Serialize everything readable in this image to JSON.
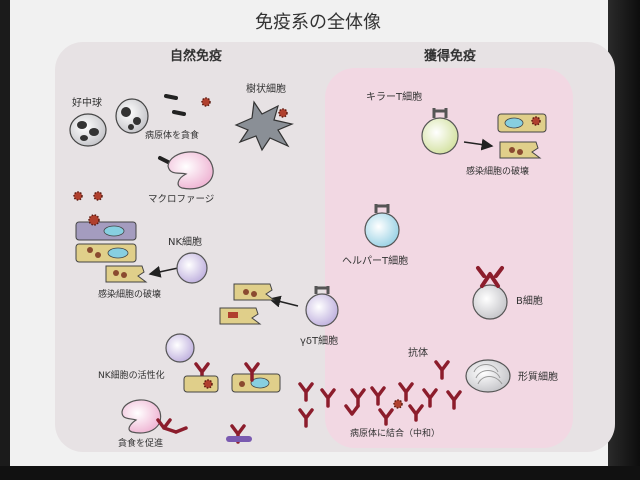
{
  "title": "免疫系の全体像",
  "innate": {
    "heading": "自然免疫",
    "neutrophil": "好中球",
    "phagocytosis": "病原体を貪食",
    "macrophage": "マクロファージ",
    "dendritic": "樹状細胞",
    "nk_cell": "NK細胞",
    "infected_destroy": "感染細胞の破壊",
    "nk_activation": "NK細胞の活性化",
    "promote_phagocytosis": "貪食を促進",
    "gamma_delta": "γδT細胞"
  },
  "adaptive": {
    "heading": "獲得免疫",
    "killer_t": "キラーT細胞",
    "infected_destroy": "感染細胞の破壊",
    "helper_t": "ヘルパーT細胞",
    "b_cell": "B細胞",
    "antibody": "抗体",
    "plasma_cell": "形質細胞",
    "neutralize": "病原体に結合（中和）"
  },
  "colors": {
    "innate_panel": "#e9e4e6",
    "adaptive_panel": "#f2d9e3",
    "antibody": "#8c1d2c",
    "pathogen": "#b0402e",
    "macrophage": "#f6d3e6",
    "killer_t": "#e7efc1",
    "helper_t": "#bfe4ef",
    "nk_cell": "#dcd2ec"
  }
}
